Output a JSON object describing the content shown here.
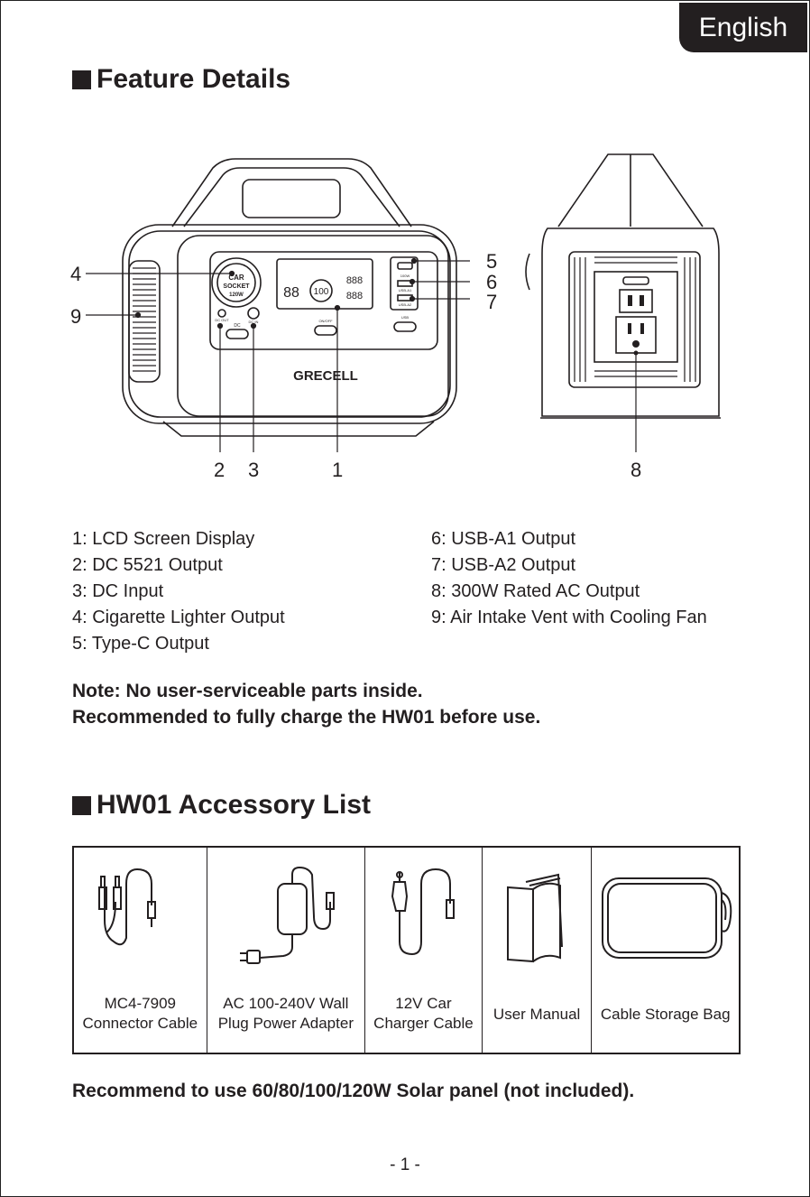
{
  "language_tab": "English",
  "feature_section": {
    "title": "Feature Details",
    "callouts": [
      "1",
      "2",
      "3",
      "4",
      "5",
      "6",
      "7",
      "8",
      "9"
    ],
    "device_labels": {
      "brand": "GRECELL",
      "car_socket": [
        "CAR",
        "SOCKET",
        "120W"
      ],
      "lcd_digits_left": "88",
      "lcd_percent": "100",
      "lcd_digits_right_top": "888",
      "lcd_digits_right_bottom": "888",
      "dc_label": "DC",
      "dc_input_label": "DC IN",
      "dc_output_label": "DC OUT",
      "charge_label": "ON/OFF",
      "usb_label": "USB",
      "usb_a1": "USB-A1",
      "usb_a2": "USB-A2",
      "usb_c": "100W"
    },
    "items_left": [
      "1: LCD Screen Display",
      "2: DC 5521 Output",
      "3: DC Input",
      "4: Cigarette Lighter Output",
      "5: Type-C Output"
    ],
    "items_right": [
      "6: USB-A1 Output",
      "7: USB-A2 Output",
      "8: 300W Rated AC Output",
      "9: Air Intake Vent with Cooling Fan"
    ]
  },
  "note_line1": "Note: No user-serviceable parts inside.",
  "note_line2": "Recommended to fully charge the HW01 before use.",
  "accessory_section": {
    "title": "HW01 Accessory List",
    "items": [
      {
        "line1": "MC4-7909",
        "line2": "Connector Cable",
        "icon": "mc4-cable-icon"
      },
      {
        "line1": "AC 100-240V Wall",
        "line2": "Plug Power Adapter",
        "icon": "power-adapter-icon"
      },
      {
        "line1": "12V Car",
        "line2": "Charger Cable",
        "icon": "car-charger-icon"
      },
      {
        "line1": "User Manual",
        "line2": "",
        "icon": "manual-icon"
      },
      {
        "line1": "Cable Storage Bag",
        "line2": "",
        "icon": "storage-bag-icon"
      }
    ]
  },
  "solar_note": "Recommend to use 60/80/100/120W Solar panel (not included).",
  "page_number": "- 1 -"
}
